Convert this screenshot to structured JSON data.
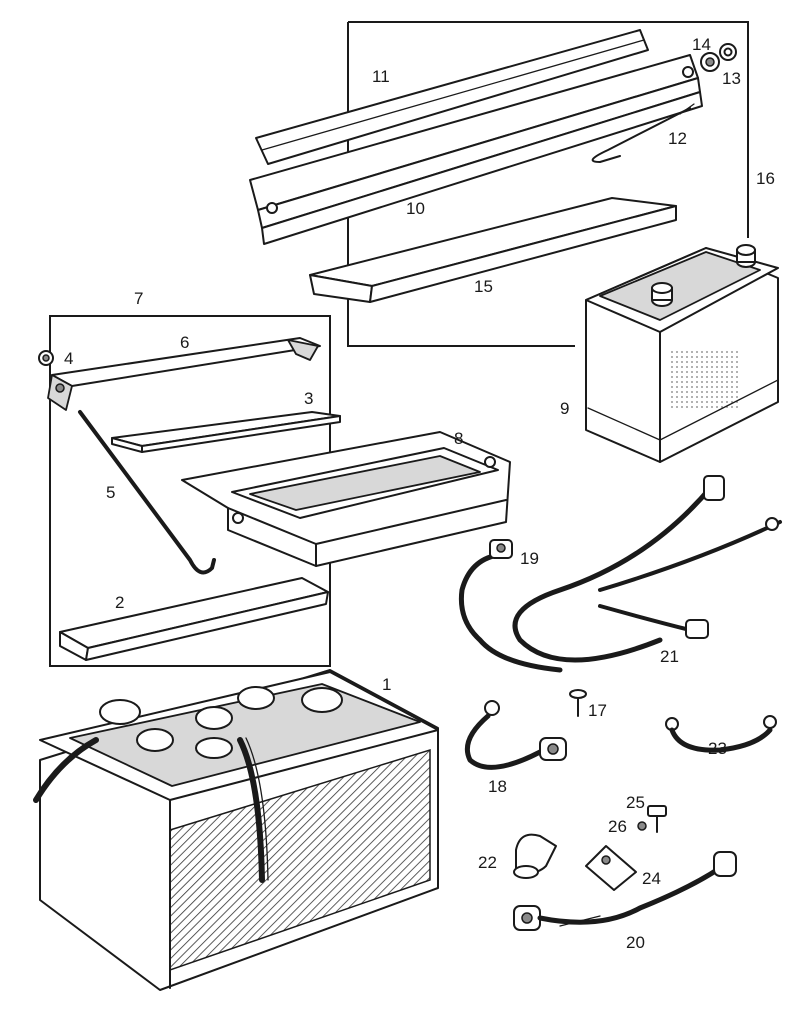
{
  "diagram": {
    "colors": {
      "ink": "#1a1a1a",
      "background": "#ffffff",
      "shade": "#d8d8d8"
    },
    "callouts": [
      "1",
      "2",
      "3",
      "4",
      "5",
      "6",
      "7",
      "8",
      "9",
      "10",
      "11",
      "12",
      "13",
      "14",
      "15",
      "16",
      "17",
      "18",
      "19",
      "20",
      "21",
      "22",
      "23",
      "24",
      "25",
      "26"
    ]
  }
}
